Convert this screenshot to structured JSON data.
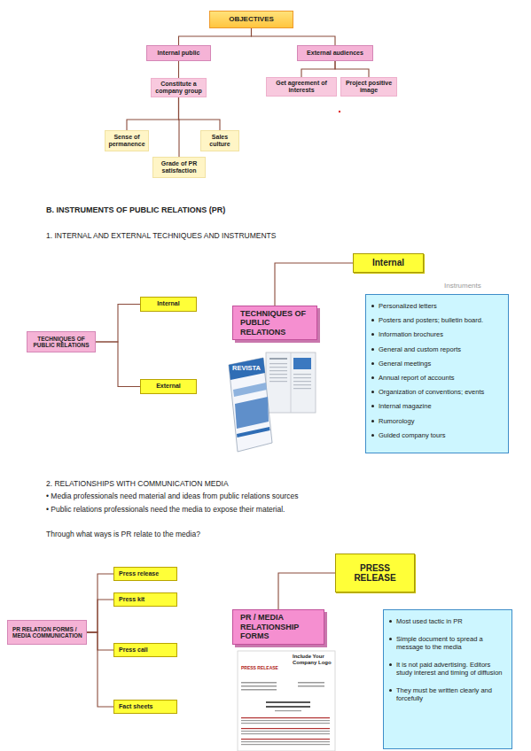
{
  "diagram": {
    "nodes": [
      {
        "text": [
          "OBJECTIVES"
        ]
      },
      {
        "text": [
          "Internal public"
        ]
      },
      {
        "text": [
          "External audiences"
        ]
      },
      {
        "text": [
          "Constitute a company group"
        ]
      },
      {
        "text": [
          "Get agreement of interests"
        ]
      },
      {
        "text": [
          "Project positive image"
        ]
      },
      {
        "text": [
          "Sense of permanence"
        ]
      },
      {
        "text": [
          "Sales culture"
        ]
      },
      {
        "text": [
          "Grade of PR satisfaction"
        ]
      },
      {
        "text": [
          "TECHNIQUES OF PUBLIC RELATIONS"
        ]
      },
      {
        "text": [
          "Internal"
        ]
      },
      {
        "text": [
          "External"
        ]
      },
      {
        "text": [
          "Internal"
        ]
      },
      {
        "text": [
          "TECHNIQUES OF PUBLIC RELATIONS"
        ]
      },
      {
        "text": [
          "Instruments",
          "Personalized letters",
          "Posters and posters; bulletin board.",
          "Information brochures",
          "General and custom reports",
          "General meetings",
          "Annual report of accounts",
          "Organization of conventions; events",
          "Internal magazine",
          "Rumorology",
          "Guided company tours"
        ]
      },
      {
        "text": [
          "PR RELATION FORMS / MEDIA COMMUNICATION"
        ]
      },
      {
        "text": [
          "Press release"
        ]
      },
      {
        "text": [
          "Press kit"
        ]
      },
      {
        "text": [
          "Press call"
        ]
      },
      {
        "text": [
          "Fact sheets"
        ]
      },
      {
        "text": [
          "PRESS RELEASE"
        ]
      },
      {
        "text": [
          "PR / MEDIA RELATIONSHIP FORMS"
        ]
      },
      {
        "text": [
          "Most used tactic in PR",
          "Simple document to spread a message to the media",
          "It is not paid advertising. Editors study interest and timing of diffusion",
          "They must be written clearly and forcefully"
        ]
      }
    ],
    "edges": [
      {
        "from": 0,
        "to": 1,
        "arrow": "none"
      },
      {
        "from": 0,
        "to": 2,
        "arrow": "none"
      },
      {
        "from": 1,
        "to": 3,
        "arrow": "none"
      },
      {
        "from": 2,
        "to": 4,
        "arrow": "none"
      },
      {
        "from": 2,
        "to": 5,
        "arrow": "none"
      },
      {
        "from": 3,
        "to": 6,
        "arrow": "none"
      },
      {
        "from": 3,
        "to": 7,
        "arrow": "none"
      },
      {
        "from": 3,
        "to": 8,
        "arrow": "none"
      },
      {
        "from": 9,
        "to": 10,
        "arrow": "none"
      },
      {
        "from": 9,
        "to": 11,
        "arrow": "none"
      },
      {
        "from": 12,
        "to": 13,
        "arrow": "none"
      },
      {
        "from": 15,
        "to": 16,
        "arrow": "none"
      },
      {
        "from": 15,
        "to": 17,
        "arrow": "none"
      },
      {
        "from": 15,
        "to": 18,
        "arrow": "none"
      },
      {
        "from": 15,
        "to": 19,
        "arrow": "none"
      },
      {
        "from": 20,
        "to": 21,
        "arrow": "none"
      }
    ],
    "labels": [
      "B. INSTRUMENTS OF PUBLIC RELATIONS (PR)",
      "1. INTERNAL AND EXTERNAL TECHNIQUES AND INSTRUMENTS",
      "2. RELATIONSHIPS WITH COMMUNICATION MEDIA",
      "• Media professionals need material and ideas from public relations sources",
      "• Public relations professionals need the media to expose their material.",
      "Through what ways is PR relate to the media?",
      "REVISTA",
      "PRESS RELEASE",
      "Include Your Company Logo"
    ]
  }
}
